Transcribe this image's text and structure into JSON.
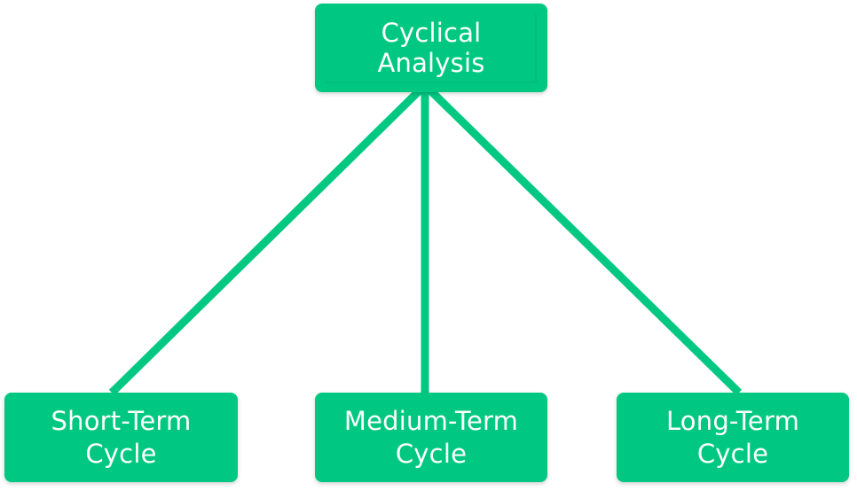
{
  "diagram": {
    "root": {
      "label": "Cyclical\nAnalysis"
    },
    "children": [
      {
        "label": "Short-Term\nCycle"
      },
      {
        "label": "Medium-Term\nCycle"
      },
      {
        "label": "Long-Term\nCycle"
      }
    ],
    "colors": {
      "node_fill": "#00c883",
      "connector": "#02c882",
      "text": "#ffffff"
    }
  }
}
